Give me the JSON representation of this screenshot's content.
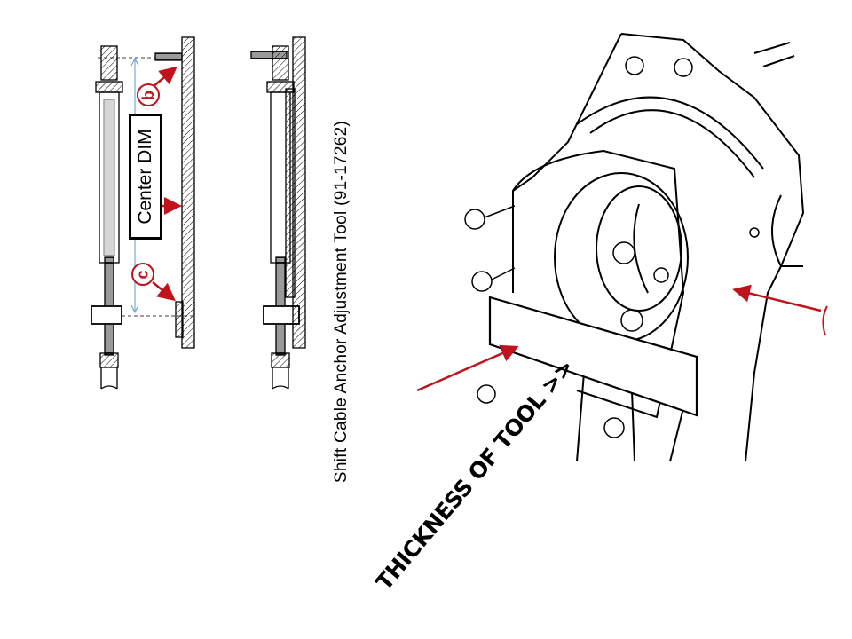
{
  "labels": {
    "b": "b",
    "c": "c",
    "center_dim": "Center DIM",
    "tool_title": "Shift Cable Anchor Adjustment Tool (91-17262)",
    "thickness": "THICKNESS OF TOOL >>"
  },
  "colors": {
    "arrow": "#c0141c",
    "dimension_line": "#5b9bd5",
    "line_art": "#000000"
  }
}
